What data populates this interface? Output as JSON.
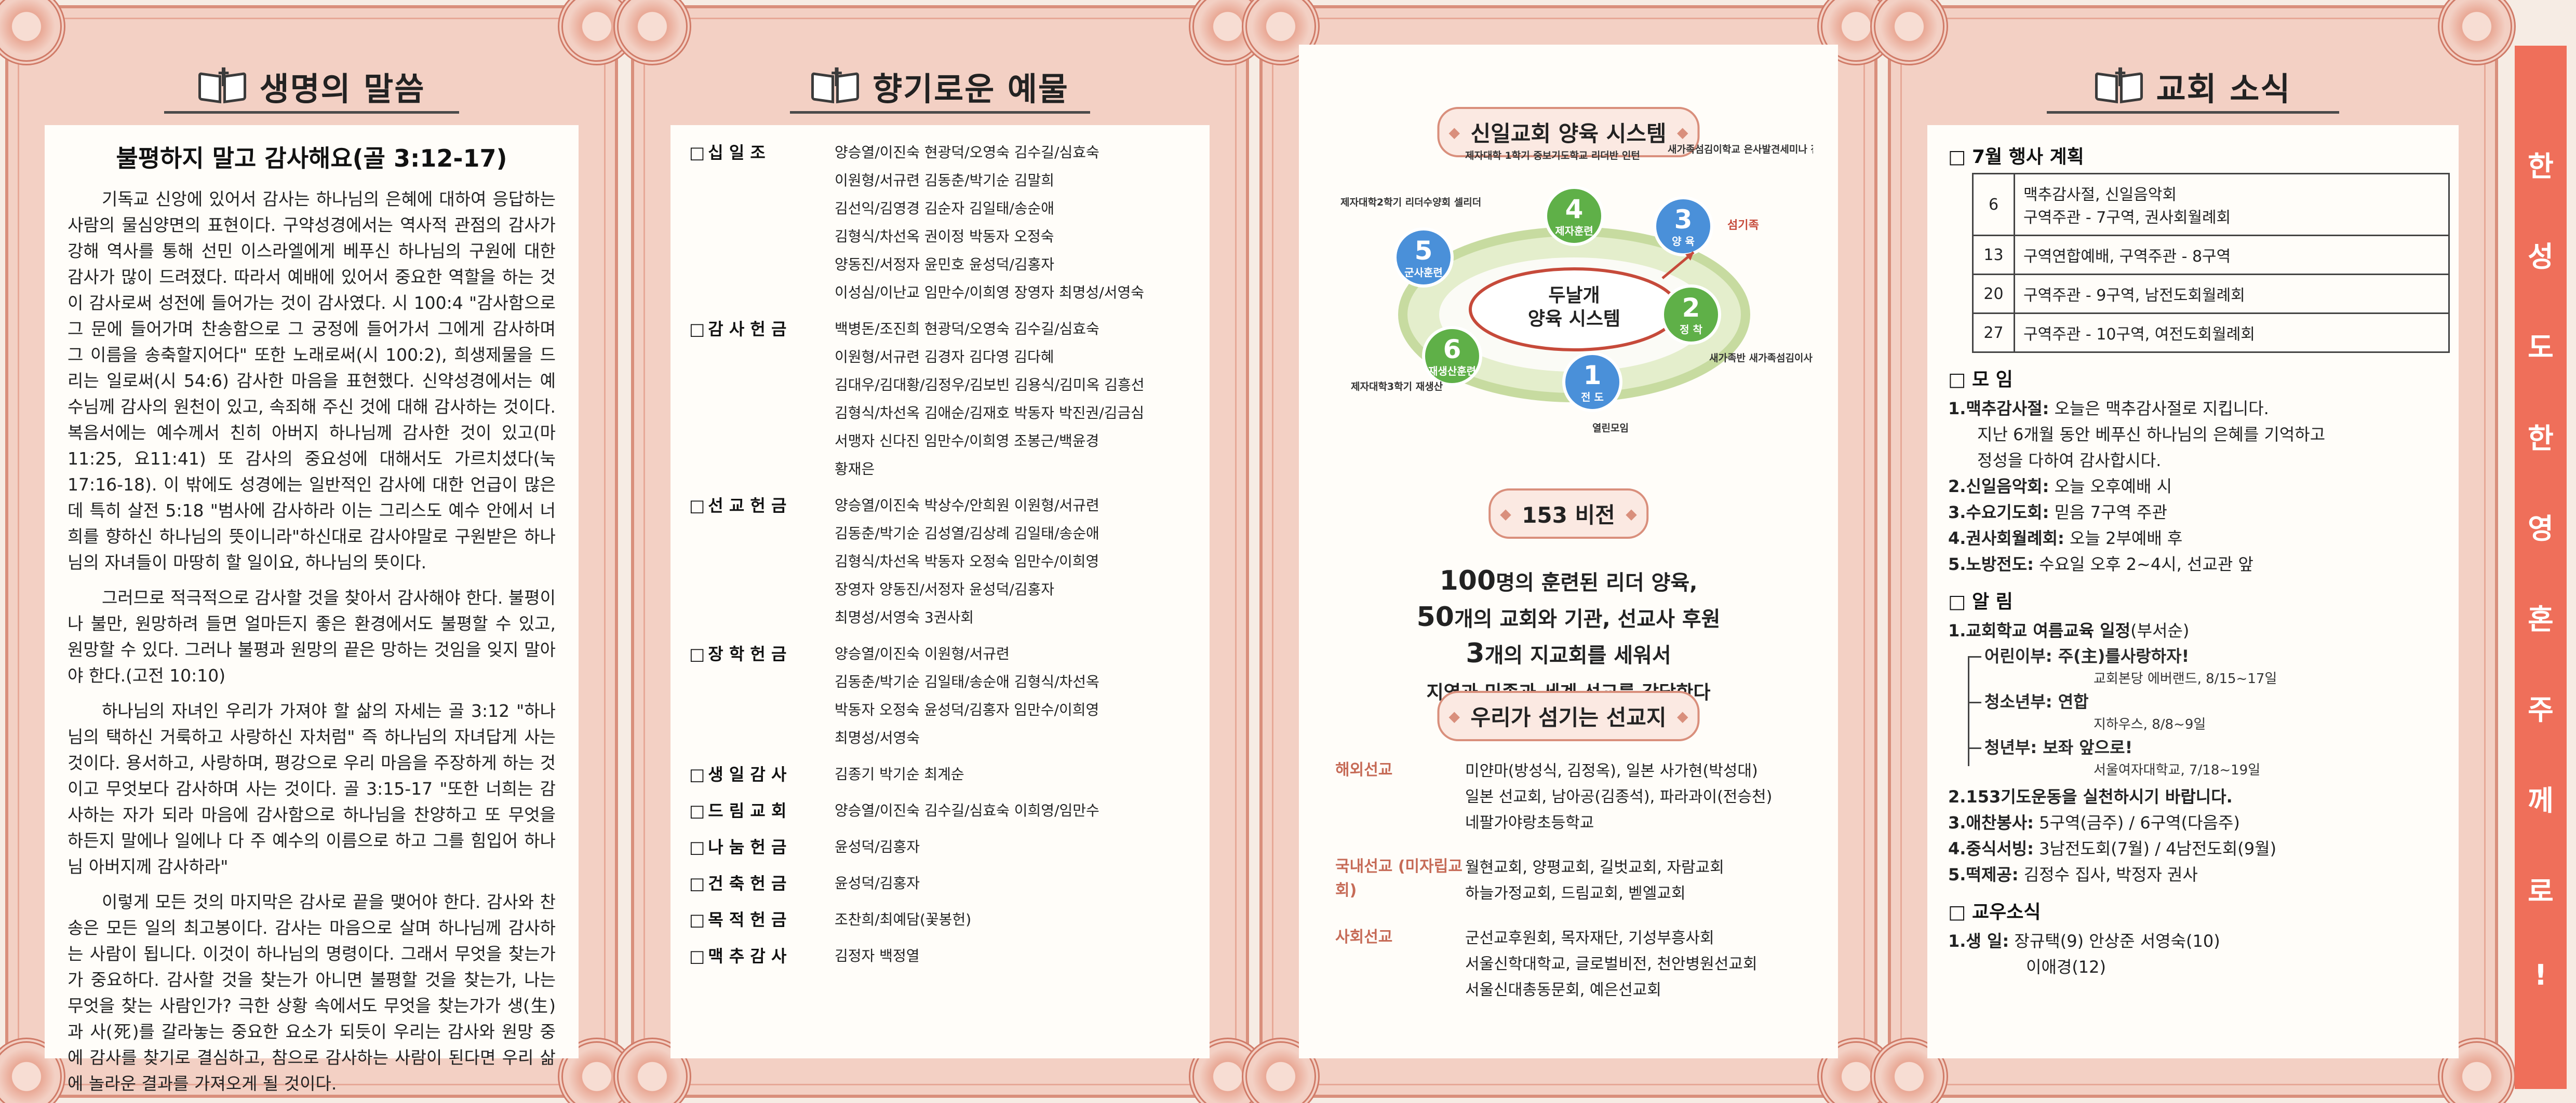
{
  "panel1": {
    "title": "생명의 말씀",
    "heading": "불평하지 말고 감사해요(골 3:12-17)",
    "paragraphs": [
      "기독교 신앙에 있어서 감사는 하나님의 은혜에 대하여 응답하는 사람의 물심양면의 표현이다. 구약성경에서는 역사적 관점의 감사가 강해 역사를 통해 선민 이스라엘에게 베푸신 하나님의 구원에 대한 감사가 많이 드려졌다. 따라서 예배에 있어서 중요한 역할을 하는 것이 감사로써 성전에 들어가는 것이 감사였다. 시 100:4 \"감사함으로 그 문에 들어가며 찬송함으로 그 궁정에 들어가서 그에게 감사하며 그 이름을 송축할지어다\" 또한 노래로써(시 100:2), 희생제물을 드리는 일로써(시 54:6) 감사한 마음을 표현했다. 신약성경에서는 예수님께 감사의 원천이 있고, 속죄해 주신 것에 대해 감사하는 것이다. 복음서에는 예수께서 친히 아버지 하나님께 감사한 것이 있고(마11:25, 요11:41) 또 감사의 중요성에 대해서도 가르치셨다(눅17:16-18). 이 밖에도 성경에는 일반적인 감사에 대한 언급이 많은데 특히 살전 5:18 \"범사에 감사하라 이는 그리스도 예수 안에서 너희를 향하신 하나님의 뜻이니라\"하신대로 감사야말로 구원받은 하나님의 자녀들이 마땅히 할 일이요, 하나님의 뜻이다.",
      "그러므로 적극적으로 감사할 것을 찾아서 감사해야 한다. 불평이나 불만, 원망하려 들면 얼마든지 좋은 환경에서도 불평할 수 있고, 원망할 수 있다. 그러나 불평과 원망의 끝은 망하는 것임을 잊지 말아야 한다.(고전 10:10)",
      "하나님의 자녀인 우리가 가져야 할 삶의 자세는 골 3:12 \"하나님의 택하신 거룩하고 사랑하신 자처럼\" 즉 하나님의 자녀답게 사는 것이다. 용서하고, 사랑하며, 평강으로 우리 마음을 주장하게 하는 것이고 무엇보다 감사하며 사는 것이다. 골 3:15-17 \"또한 너희는 감사하는 자가 되라 마음에 감사함으로 하나님을 찬양하고 또 무엇을 하든지 말에나 일에나 다 주 예수의 이름으로 하고 그를 힘입어 하나님 아버지께 감사하라\"",
      "이렇게 모든 것의 마지막은 감사로 끝을 맺어야 한다. 감사와 찬송은 모든 일의 최고봉이다. 감사는 마음으로 살며 하나님께 감사하는 사람이 됩니다. 이것이 하나님의 명령이다. 그래서 무엇을 찾는가가 중요하다. 감사할 것을 찾는가 아니면 불평할 것을 찾는가, 나는 무엇을 찾는 사람인가? 극한 상황 속에서도 무엇을 찾는가가 생(生)과 사(死)를 갈라놓는 중요한 요소가 되듯이 우리는 감사와 원망 중에 감사를 찾기로 결심하고, 참으로 감사하는 사람이 된다면 우리 삶에 놀라운 결과를 가져오게 될 것이다."
    ]
  },
  "panel2": {
    "title": "향기로운 예물",
    "offerings": [
      {
        "label": "십 일 조",
        "lines": [
          "양승열/이진숙 현광덕/오영숙 김수길/심효숙",
          "이원형/서규련 김동춘/박기순 김말희",
          "김선익/김영경 김순자 김일태/송순애",
          "김형식/차선옥 권이정 박동자 오정숙",
          "양동진/서정자 윤민호 윤성덕/김홍자",
          "이성심/이난교 임만수/이희영 장영자 최명성/서영숙"
        ]
      },
      {
        "label": "감 사 헌 금",
        "lines": [
          "백병돈/조진희 현광덕/오영숙 김수길/심효숙",
          "이원형/서규련 김경자 김다영 김다혜",
          "김대우/김대황/김정우/김보빈 김용식/김미옥 김흥선",
          "김형식/차선옥 김애순/김재호 박동자 박진권/김금심",
          "서맹자 신다진 임만수/이희영 조봉근/백윤경",
          "황재은"
        ]
      },
      {
        "label": "선 교 헌 금",
        "lines": [
          "양승열/이진숙 박상수/안희원 이원형/서규련",
          "김동춘/박기순 김성열/김상례 김일태/송순애",
          "김형식/차선옥 박동자 오정숙 임만수/이희영",
          "장영자 양동진/서정자 윤성덕/김홍자",
          "최명성/서영숙 3권사회"
        ]
      },
      {
        "label": "장 학 헌 금",
        "lines": [
          "양승열/이진숙 이원형/서규련",
          "김동춘/박기순 김일태/송순애 김형식/차선옥",
          "박동자 오정숙 윤성덕/김홍자 임만수/이희영",
          "최명성/서영숙"
        ]
      },
      {
        "label": "생 일 감 사",
        "lines": [
          "김종기 박기순 최계순"
        ]
      },
      {
        "label": "드 림 교 회",
        "lines": [
          "양승열/이진숙 김수길/심효숙 이희영/임만수"
        ]
      },
      {
        "label": "나 눔 헌 금",
        "lines": [
          "윤성덕/김홍자"
        ]
      },
      {
        "label": "건 축 헌 금",
        "lines": [
          "윤성덕/김홍자"
        ]
      },
      {
        "label": "목 적 헌 금",
        "lines": [
          "조찬희/최예담(꽃봉헌)"
        ]
      },
      {
        "label": "맥 추 감 사",
        "lines": [
          "김정자 백정열"
        ]
      }
    ]
  },
  "panel3": {
    "system_title": "신일교회 양육 시스템",
    "center_text": [
      "두날개",
      "양육 시스템"
    ],
    "steps": [
      {
        "num": "1",
        "label": "전 도",
        "note": "열린모임",
        "color": "#4a90d9"
      },
      {
        "num": "2",
        "label": "정 착",
        "note": "새가족반 새가족섬김이사역",
        "color": "#5fb048"
      },
      {
        "num": "3",
        "label": "양 육",
        "note": "새가족섬김이학교 은사발견세미나 전인치유수양회 양육반",
        "color": "#4a90d9"
      },
      {
        "num": "4",
        "label": "제자훈련",
        "note": "제자대학 1학기 중보기도학교 리더반 인턴",
        "color": "#5fb048"
      },
      {
        "num": "5",
        "label": "군사훈련",
        "note": "제자대학2학기 리더수양회 셀리더",
        "color": "#4a90d9"
      },
      {
        "num": "6",
        "label": "재생산훈련",
        "note": "제자대학3학기 재생산",
        "color": "#5fb048"
      }
    ],
    "side_label": "섬기족",
    "vision_title": "153 비전",
    "vision_lines": [
      {
        "num": "100",
        "text": "명의 훈련된 리더 양육,"
      },
      {
        "num": "50",
        "text": "개의 교회와 기관, 선교사 후원"
      },
      {
        "num": "3",
        "text": "개의 지교회를 세워서"
      },
      {
        "num": "",
        "text": "지역과 민족과 세계 선교를 감당한다"
      }
    ],
    "mission_title": "우리가 섬기는 선교지",
    "missions": [
      {
        "label": "해외선교",
        "lines": [
          "미얀마(방성식, 김정옥), 일본 사가현(박성대)",
          "일본 선교회, 남아공(김종석), 파라과이(전승천)",
          "네팔가야랑초등학교"
        ]
      },
      {
        "label": "국내선교 (미자립교회)",
        "lines": [
          "월현교회, 양평교회, 길벗교회, 자람교회",
          "하늘가정교회, 드림교회, 벧엘교회"
        ]
      },
      {
        "label": "사회선교",
        "lines": [
          "군선교후원회, 목자재단, 기성부흥사회",
          "서울신학대학교, 글로벌비전, 천안병원선교회",
          "서울신대총동문회, 예은선교회"
        ]
      }
    ]
  },
  "panel4": {
    "title": "교회 소식",
    "event_header": "7월 행사 계획",
    "events": [
      {
        "day": "6",
        "text": "맥추감사절, 신일음악회\n구역주관 - 7구역, 권사회월례회"
      },
      {
        "day": "13",
        "text": "구역연합예배, 구역주관 - 8구역"
      },
      {
        "day": "20",
        "text": "구역주관 - 9구역, 남전도회월례회"
      },
      {
        "day": "27",
        "text": "구역주관 - 10구역, 여전도회월례회"
      }
    ],
    "meeting_header": "모 임",
    "meetings": [
      {
        "k": "1.맥추감사절:",
        "v": " 오늘은 맥추감사절로 지킵니다."
      },
      {
        "k": "",
        "v": "지난 6개월 동안 베푸신 하나님의 은혜를 기억하고"
      },
      {
        "k": "",
        "v": "정성을 다하여 감사합시다."
      },
      {
        "k": "2.신일음악회:",
        "v": " 오늘 오후예배 시"
      },
      {
        "k": "3.수요기도회:",
        "v": " 믿음 7구역 주관"
      },
      {
        "k": "4.권사회월례회:",
        "v": " 오늘 2부예배 후"
      },
      {
        "k": "5.노방전도:",
        "v": " 수요일 오후 2~4시, 선교관 앞"
      }
    ],
    "notice_header": "알 림",
    "notice_intro_k": "1.교회학교 여름교육 일정",
    "notice_intro_v": "(부서순)",
    "school": [
      {
        "dept": "어린이부:",
        "theme": " 주(主)를사랑하자!",
        "detail": "교회본당 에버랜드, 8/15~17일"
      },
      {
        "dept": "청소년부:",
        "theme": " 연합",
        "detail": "지하우스, 8/8~9일"
      },
      {
        "dept": "청년부:",
        "theme": " 보좌 앞으로!",
        "detail": "서울여자대학교, 7/18~19일"
      }
    ],
    "notices": [
      {
        "k": "2.153기도운동을 실천하시기 바랍니다.",
        "v": ""
      },
      {
        "k": "3.애찬봉사:",
        "v": " 5구역(금주) / 6구역(다음주)"
      },
      {
        "k": "4.중식서빙:",
        "v": " 3남전도회(7월) / 4남전도회(9월)"
      },
      {
        "k": "5.떡제공:",
        "v": " 김정수 집사, 박정자 권사"
      }
    ],
    "member_header": "교우소식",
    "members": [
      {
        "k": "1.생  일:",
        "v": " 장규택(9) 안상준 서영숙(10)"
      },
      {
        "k": "",
        "v": "이애경(12)"
      }
    ]
  },
  "banner": [
    "한",
    "성",
    "도",
    "한",
    "영",
    "혼",
    "주",
    "께",
    "로",
    "!"
  ]
}
